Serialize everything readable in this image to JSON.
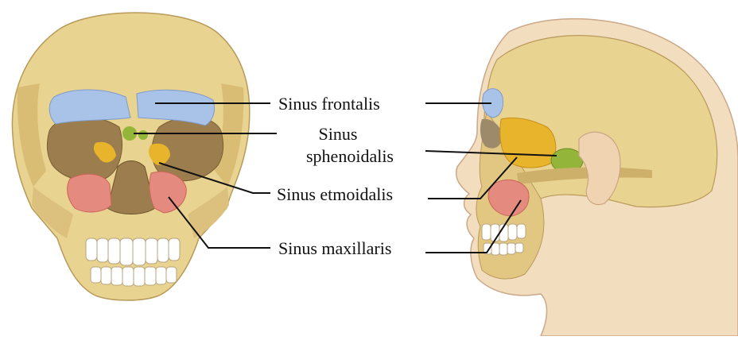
{
  "labels": {
    "frontalis": "Sinus frontalis",
    "sphenoidalis_line1": "Sinus",
    "sphenoidalis_line2": "sphenoidalis",
    "etmoidalis": "Sinus etmoidalis",
    "maxillaris": "Sinus maxillaris"
  },
  "colors": {
    "bone": "#e9d391",
    "bone_shadow": "#cdb06a",
    "frontal_sinus": "#a9c3e8",
    "sphenoid_sinus": "#93b63a",
    "ethmoid_sinus": "#e7b42c",
    "maxillary_sinus": "#e58a7e",
    "skin": "#f3ddbf",
    "cavity": "#9c7e4e",
    "teeth": "#ffffff"
  }
}
